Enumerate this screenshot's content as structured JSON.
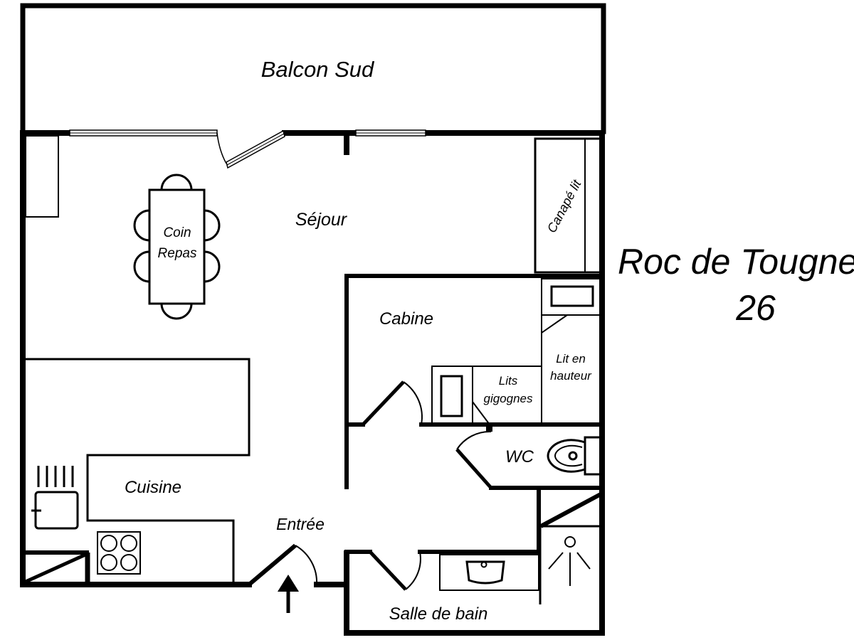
{
  "title": {
    "line1": "Roc de Tougne",
    "line2": "26"
  },
  "rooms": {
    "balcony": "Balcon Sud",
    "living": "Séjour",
    "dining_line1": "Coin",
    "dining_line2": "Repas",
    "sofa_bed": "Canapé lit",
    "cabin": "Cabine",
    "trundle_line1": "Lits",
    "trundle_line2": "gigognes",
    "loft_line1": "Lit en",
    "loft_line2": "hauteur",
    "wc": "WC",
    "kitchen": "Cuisine",
    "entrance": "Entrée",
    "bathroom": "Salle de bain"
  },
  "colors": {
    "ink": "#000000",
    "background": "#ffffff"
  }
}
